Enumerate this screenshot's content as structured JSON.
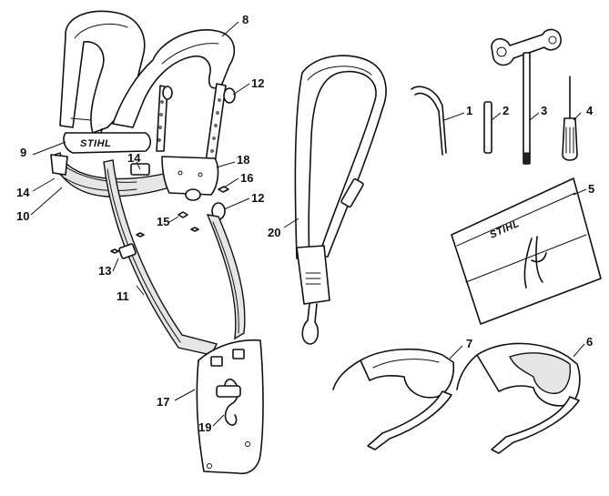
{
  "logos": {
    "harness_logo": "STIHL",
    "pouch_logo": "STIHL"
  },
  "callouts": [
    "8",
    "12",
    "9",
    "14",
    "14",
    "18",
    "16",
    "10",
    "12",
    "15",
    "20",
    "1",
    "2",
    "3",
    "4",
    "5",
    "13",
    "11",
    "7",
    "6",
    "17",
    "19"
  ]
}
